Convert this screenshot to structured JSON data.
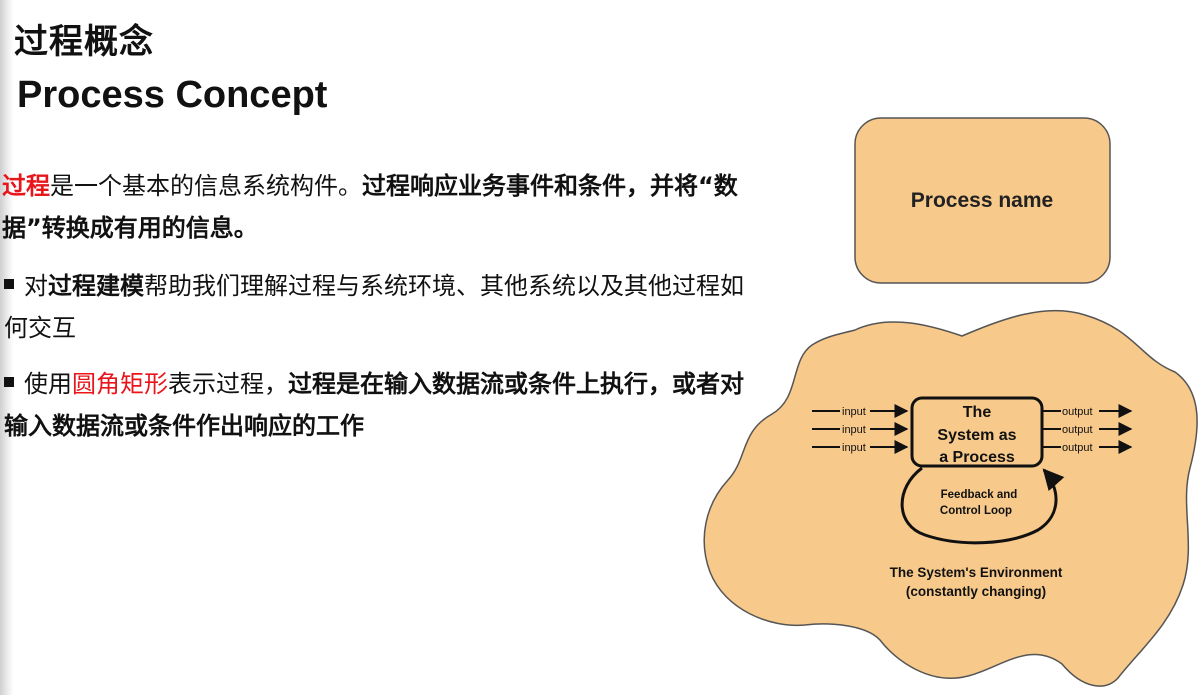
{
  "title_cn": "过程概念",
  "title_en": "Process Concept",
  "intro": {
    "term": "过程",
    "text1": "是一个基本的信息系统构件。",
    "bold1": "过程响应业务事件和条件，并将“数据”转换成有用的信息。"
  },
  "bullet1": {
    "pre": "对",
    "bold": "过程建模",
    "post": "帮助我们理解过程与系统环境、其他系统以及其他过程如何交互"
  },
  "bullet2": {
    "pre": "使用",
    "red": "圆角矩形",
    "mid": "表示过程，",
    "bold": "过程是在输入数据流或条件上执行，或者对输入数据流或条件作出响应的工作"
  },
  "diagram": {
    "process_name": "Process name",
    "system_line1": "The",
    "system_line2": "System as",
    "system_line3": "a Process",
    "input_label": "input",
    "output_label": "output",
    "feedback_line1": "Feedback and",
    "feedback_line2": "Control Loop",
    "env_line1": "The System's Environment",
    "env_line2": "(constantly changing)"
  },
  "colors": {
    "accent_red": "#e8161b",
    "shape_fill": "#f7c98b"
  }
}
